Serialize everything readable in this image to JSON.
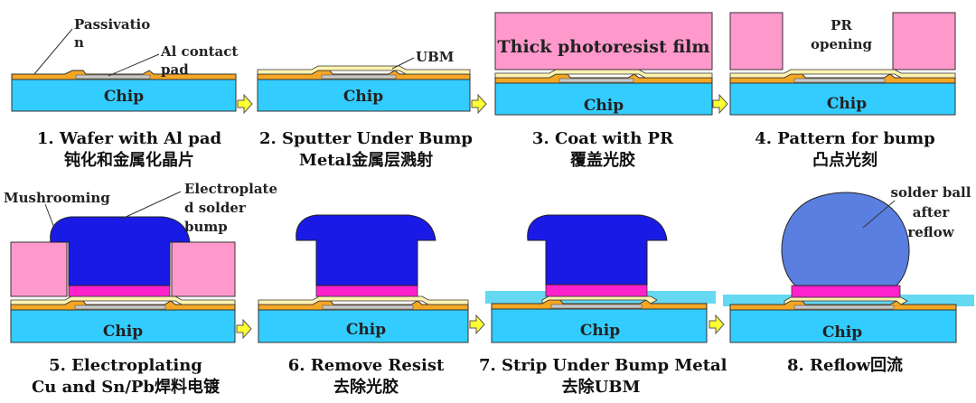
{
  "colors": {
    "chip": "#33CCFF",
    "passivation": "#F5A623",
    "al_pad": "#C8C8C8",
    "ubm": "#FFF3B0",
    "photoresist": "#FF99CC",
    "solder": "#1A1AE6",
    "solder_reflowed": "#5B7FE0",
    "copper": "#FF22CC",
    "arrow": "#FFFF33",
    "outline": "#333333"
  },
  "labels": {
    "chip": "Chip",
    "passivation_a": "Passivatio",
    "passivation_b": "n",
    "al_pad_a": "Al contact",
    "al_pad_b": "pad",
    "ubm": "UBM",
    "photoresist": "Thick photoresist film",
    "pr_opening_a": "PR",
    "pr_opening_b": "opening",
    "mushrooming": "Mushrooming",
    "electroplated_a": "Electroplate",
    "electroplated_b": "d solder",
    "electroplated_c": "bump",
    "solder_ball_a": "solder ball",
    "solder_ball_b": "after",
    "solder_ball_c": "reflow"
  },
  "steps": [
    {
      "title": "1. Wafer with Al pad",
      "subtitle": "钝化和金属化晶片"
    },
    {
      "title": "2. Sputter Under Bump",
      "subtitle": "Metal金属层溅射"
    },
    {
      "title": "3. Coat with PR",
      "subtitle": "覆盖光胶"
    },
    {
      "title": "4. Pattern for bump",
      "subtitle": "凸点光刻"
    },
    {
      "title": "5. Electroplating",
      "subtitle": "Cu and Sn/Pb焊料电镀"
    },
    {
      "title": "6. Remove Resist",
      "subtitle": "去除光胶"
    },
    {
      "title": "7. Strip Under Bump Metal",
      "subtitle": "去除UBM"
    },
    {
      "title": "8. Reflow回流",
      "subtitle": ""
    }
  ]
}
